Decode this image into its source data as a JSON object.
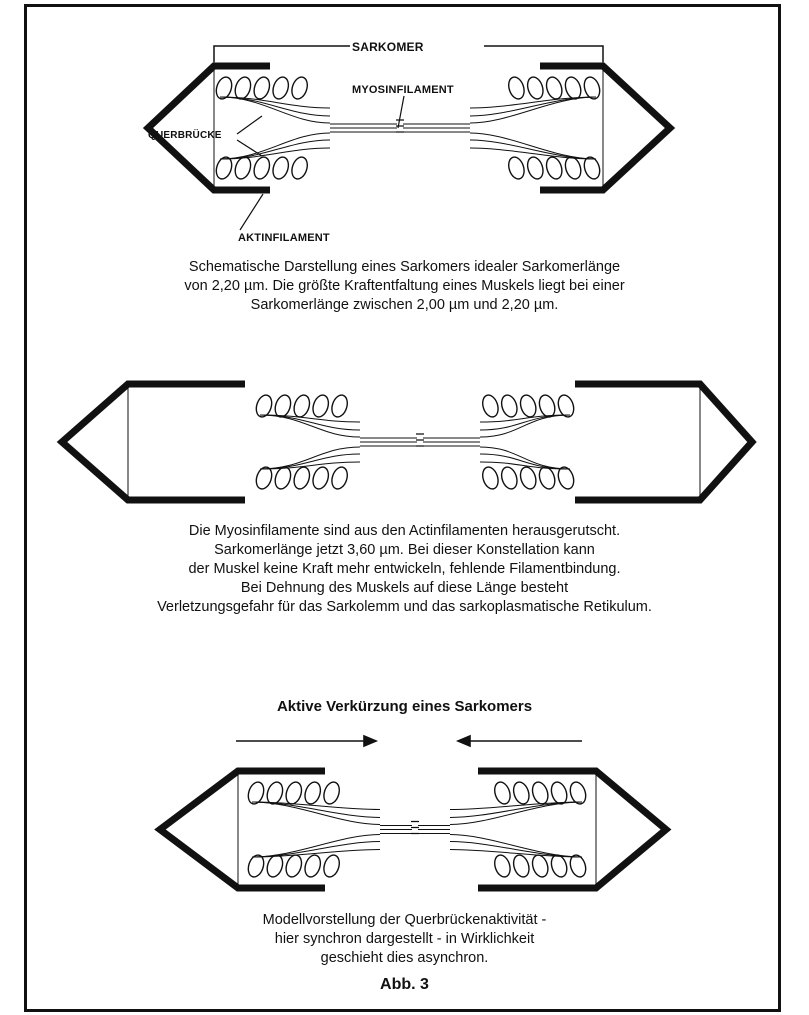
{
  "figure_label": "Abb. 3",
  "panel1": {
    "label_sarkomer": "SARKOMER",
    "label_myosin": "MYOSINFILAMENT",
    "label_querbruecke": "QUERBRÜCKE",
    "label_aktin": "AKTINFILAMENT",
    "caption": "Schematische Darstellung eines Sarkomers idealer Sarkomerlänge\nvon 2,20 µm.  Die größte Kraftentfaltung eines Muskels liegt bei einer\nSarkomerlänge zwischen 2,00 µm und 2,20 µm."
  },
  "panel2": {
    "caption": "Die Myosinfilamente sind aus den Actinfilamenten herausgerutscht.\nSarkomerlänge jetzt 3,60 µm. Bei dieser Konstellation kann\nder Muskel keine Kraft mehr entwickeln, fehlende Filamentbindung.\nBei Dehnung des Muskels auf diese Länge besteht\nVerletzungsgefahr für das Sarkolemm und das sarkoplasmatische Retikulum."
  },
  "panel3": {
    "heading": "Aktive Verkürzung eines Sarkomers",
    "caption": "Modellvorstellung der Querbrückenaktivität -\nhier synchron dargestellt - in Wirklichkeit\ngeschieht dies asynchron."
  }
}
